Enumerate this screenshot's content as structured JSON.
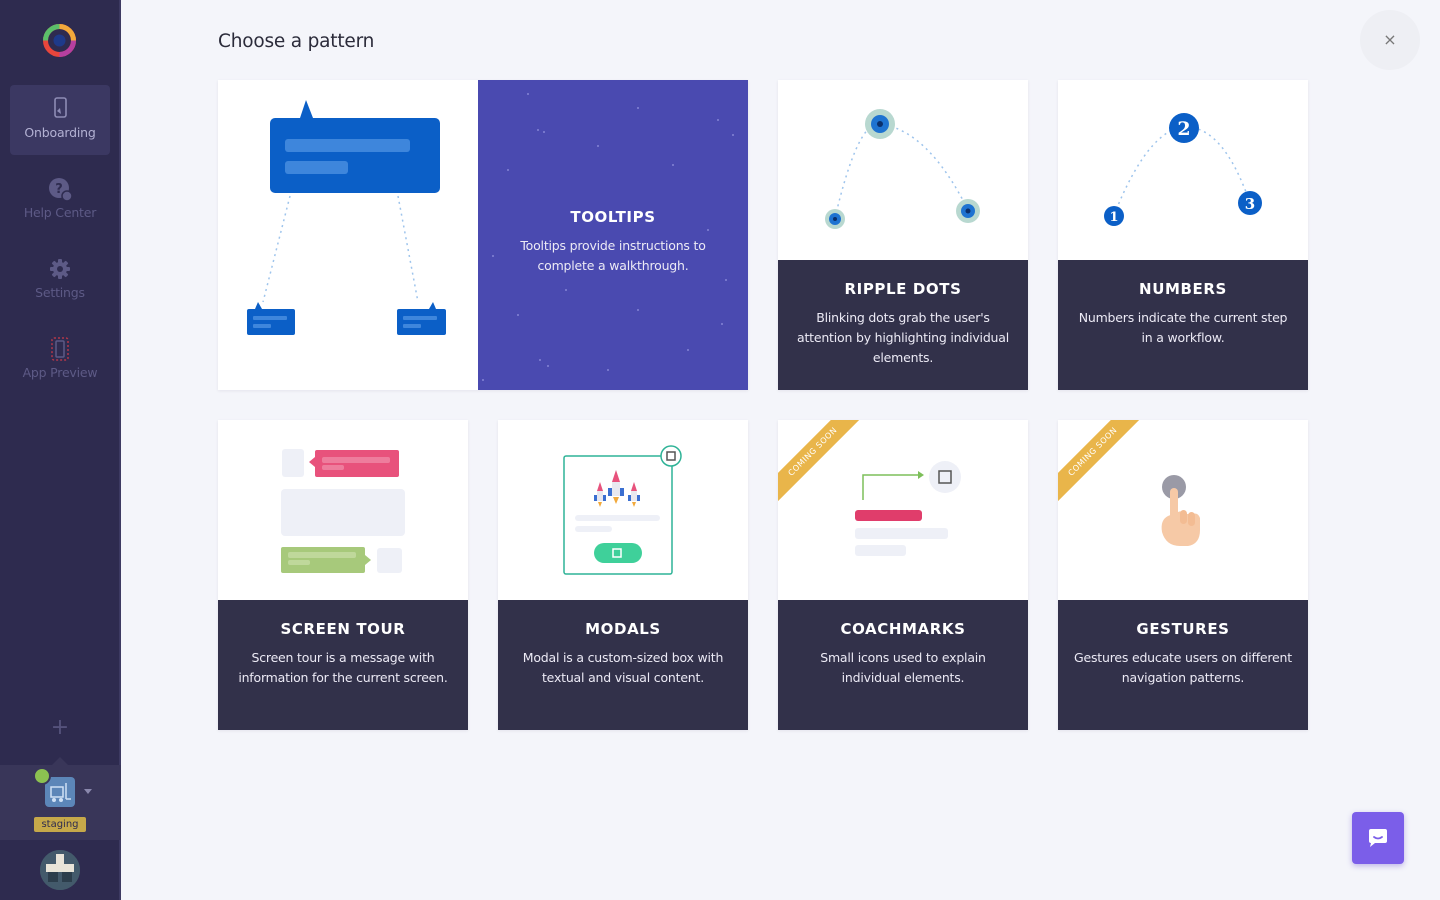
{
  "sidebar": {
    "items": [
      {
        "label": "Onboarding",
        "icon": "mobile-hand-icon",
        "active": true
      },
      {
        "label": "Help Center",
        "icon": "question-bubble-icon",
        "active": false
      },
      {
        "label": "Settings",
        "icon": "gear-icon",
        "active": false
      },
      {
        "label": "App Preview",
        "icon": "phone-preview-icon",
        "active": false
      }
    ],
    "add_symbol": "+",
    "app": {
      "environment": "staging"
    }
  },
  "header": {
    "title": "Choose a pattern",
    "close_symbol": "×"
  },
  "patterns": [
    {
      "title": "TOOLTIPS",
      "desc": "Tooltips provide instructions to complete a walkthrough."
    },
    {
      "title": "RIPPLE DOTS",
      "desc": "Blinking dots grab the user's attention by highlighting individual elements."
    },
    {
      "title": "NUMBERS",
      "desc": "Numbers indicate the current step in a workflow."
    },
    {
      "title": "SCREEN TOUR",
      "desc": "Screen tour is a message with information for the current screen."
    },
    {
      "title": "MODALS",
      "desc": "Modal is a custom-sized box with textual and visual content."
    },
    {
      "title": "COACHMARKS",
      "desc": "Small icons used to explain individual elements.",
      "badge": "COMING SOON"
    },
    {
      "title": "GESTURES",
      "desc": "Gestures educate users on different navigation patterns.",
      "badge": "COMING SOON"
    }
  ],
  "numbers_art": {
    "steps": [
      "1",
      "2",
      "3"
    ]
  },
  "colors": {
    "sidebar_bg": "#2e2b4f",
    "tooltip_panel": "#4a4ab0",
    "info_panel": "#32314a",
    "accent_blue": "#0b5fc7",
    "coming_soon": "#e9b54a",
    "chat_button": "#7b5ee9"
  }
}
